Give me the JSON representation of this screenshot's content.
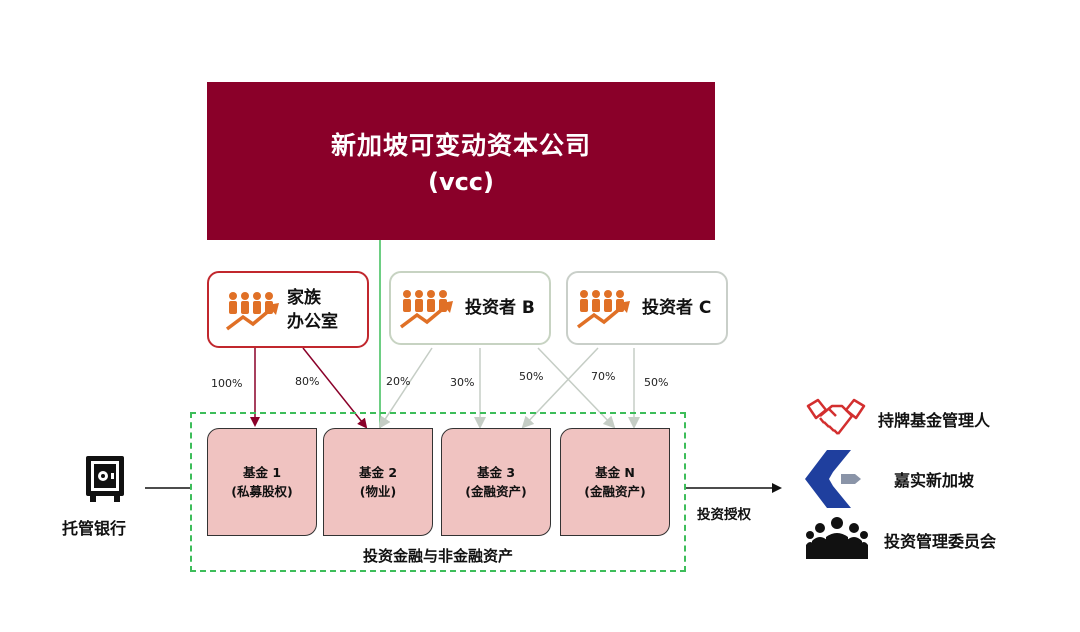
{
  "vcc": {
    "title": "新加坡可变动资本公司",
    "subtitle": "(vcc)"
  },
  "investors": [
    {
      "label_line1": "家族",
      "label_line2": "办公室",
      "border": "#c1272d"
    },
    {
      "label": "投资者 B",
      "border": "#c7d3c2"
    },
    {
      "label": "投资者 C",
      "border": "#c9cfc9"
    }
  ],
  "allocations": [
    "100%",
    "80%",
    "20%",
    "30%",
    "50%",
    "70%",
    "50%"
  ],
  "funds": [
    {
      "name": "基金 1",
      "desc": "(私募股权)"
    },
    {
      "name": "基金 2",
      "desc": "(物业)"
    },
    {
      "name": "基金 3",
      "desc": "(金融资产)"
    },
    {
      "name": "基金 N",
      "desc": "(金融资产)"
    }
  ],
  "assets_label": "投资金融与非金融资产",
  "custodian_label": "托管银行",
  "authorization_label": "投资授权",
  "roles": [
    {
      "label": "持牌基金管理人",
      "icon": "handshake-icon"
    },
    {
      "label": "嘉实新加坡",
      "icon": "company-logo"
    },
    {
      "label": "投资管理委员会",
      "icon": "committee-icon"
    }
  ],
  "colors": {
    "vcc_fill": "#8a0029",
    "fund_fill": "#f0c3c1",
    "arrow_red": "#8a0029",
    "arrow_gray": "#bfc7bf",
    "dash_green": "#3dbd5a",
    "icon_orange": "#e07026",
    "logo_blue": "#1f3f9e"
  }
}
